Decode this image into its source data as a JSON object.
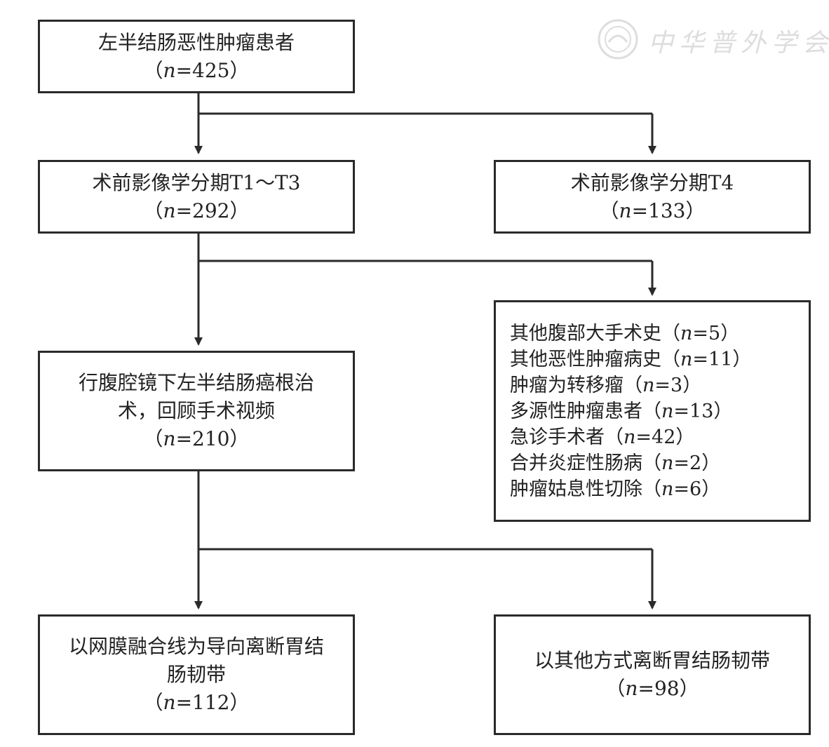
{
  "watermark": {
    "text": "中华普外学会"
  },
  "boxes": {
    "patients": {
      "lines": [
        "左半结肠恶性肿瘤患者"
      ],
      "n": "425"
    },
    "t1t3": {
      "lines": [
        "术前影像学分期T1～T3"
      ],
      "n": "292"
    },
    "t4": {
      "lines": [
        "术前影像学分期T4"
      ],
      "n": "133"
    },
    "exclusions": {
      "items": [
        {
          "label": "其他腹部大手术史",
          "n": "5"
        },
        {
          "label": "其他恶性肿瘤病史",
          "n": "11"
        },
        {
          "label": "肿瘤为转移瘤",
          "n": "3"
        },
        {
          "label": "多源性肿瘤患者",
          "n": "13"
        },
        {
          "label": "急诊手术者",
          "n": "42"
        },
        {
          "label": "合并炎症性肠病",
          "n": "2"
        },
        {
          "label": "肿瘤姑息性切除",
          "n": "6"
        }
      ]
    },
    "laparoscopic": {
      "lines": [
        "行腹腔镜下左半结肠癌根治",
        "术，回顾手术视频"
      ],
      "n": "210"
    },
    "omental": {
      "lines": [
        "以网膜融合线为导向离断胃结",
        "肠韧带"
      ],
      "n": "112"
    },
    "other": {
      "lines": [
        "以其他方式离断胃结肠韧带"
      ],
      "n": "98"
    }
  },
  "n_symbol": "n",
  "colors": {
    "stroke": "#2a2a2a",
    "background": "#ffffff"
  }
}
